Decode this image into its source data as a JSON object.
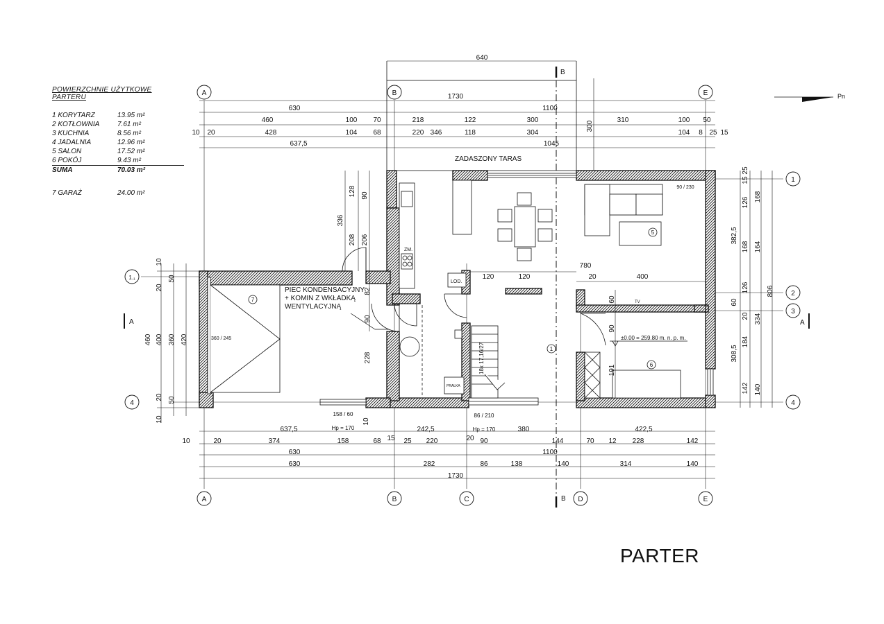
{
  "legend": {
    "title": "POWIERZCHNIE UŻYTKOWE PARTERU",
    "rooms": [
      {
        "name": "1 KORYTARZ",
        "area": "13.95 m²"
      },
      {
        "name": "2 KOTŁOWNIA",
        "area": "7.61 m²"
      },
      {
        "name": "3 KUCHNIA",
        "area": "8.56 m²"
      },
      {
        "name": "4 JADALNIA",
        "area": "12.96 m²"
      },
      {
        "name": "5 SALON",
        "area": "17.52 m²"
      },
      {
        "name": "6 POKÓJ",
        "area": "9.43 m²"
      }
    ],
    "sum": {
      "name": "SUMA",
      "area": "70.03 m²"
    },
    "garage": {
      "name": "7 GARAŻ",
      "area": "24.00 m²"
    }
  },
  "title": "PARTER",
  "north": "Pn",
  "axes": {
    "A": "A",
    "B": "B",
    "C": "C",
    "D": "D",
    "E": "E",
    "r1": "1",
    "r11": "1.₁",
    "r2": "2",
    "r3": "3",
    "r4": "4"
  },
  "section": {
    "b": "B",
    "a": "A"
  },
  "labels": {
    "taras": "ZADASZONY TARAS",
    "piec1": "PIEC KONDENSACYJNY",
    "piec2": "+ KOMIN Z WKŁADKĄ",
    "piec3": "WENTYLACYJNĄ",
    "zm": "ZM.",
    "lod": "LOD.",
    "tv": "TV",
    "level": "±0.00 = 259.80 m. n. p. m.",
    "pralka": "PRALKA",
    "stairs": "18x 17,16/27",
    "r1": "1",
    "r5": "5",
    "r6": "6",
    "r7": "7"
  },
  "openings": {
    "garage_door": "360 / 245",
    "sofa_window": "90 / 230",
    "w_garage": "158 / 60",
    "w_garage_hp": "Hp = 170",
    "w_corr": "86 / 210",
    "w_corr_hp": "Hp = 170"
  },
  "dims": {
    "top": {
      "d640": "640",
      "d1730": "1730",
      "r1": [
        "630",
        "1100"
      ],
      "r2": [
        "460",
        "100",
        "70",
        "218",
        "122",
        "300",
        "310",
        "100",
        "50"
      ],
      "r3": [
        "10",
        "20",
        "428",
        "104",
        "68",
        "220",
        "346",
        "118",
        "304",
        "104",
        "8",
        "25",
        "15"
      ],
      "r4": [
        "637,5",
        "1045"
      ],
      "v300": "300"
    },
    "left": {
      "outer": [
        "10",
        "20",
        "400",
        "20",
        "10"
      ],
      "a50": "50",
      "a360": "360",
      "b50": "50",
      "d460": "460",
      "d420": "420"
    },
    "vert_mid": [
      "336",
      "128",
      "90",
      "208",
      "206",
      "82",
      "90",
      "228"
    ],
    "right": {
      "c1": [
        "25",
        "15"
      ],
      "c2": [
        "126",
        "168",
        "126",
        "60",
        "20",
        "184",
        "142"
      ],
      "c3": [
        "168",
        "164",
        "334",
        "140"
      ],
      "d3825": "382,5",
      "d3085": "308,5",
      "d806": "806"
    },
    "inner": {
      "d780": "780",
      "d120a": "120",
      "d120b": "120",
      "d20": "20",
      "d400": "400",
      "v60": "60",
      "v90": "90",
      "v191": "191"
    },
    "bottom": {
      "r0": [
        "637,5",
        "242,5",
        "380",
        "422,5"
      ],
      "r1": [
        "10",
        "20",
        "374",
        "158",
        "68",
        "15",
        "25",
        "220",
        "20",
        "90",
        "144",
        "70",
        "12",
        "228",
        "142"
      ],
      "r2": [
        "630",
        "1100"
      ],
      "r3": [
        "630",
        "282",
        "86",
        "138",
        "140",
        "314",
        "140"
      ],
      "r4": "1730",
      "v10": "10"
    }
  }
}
